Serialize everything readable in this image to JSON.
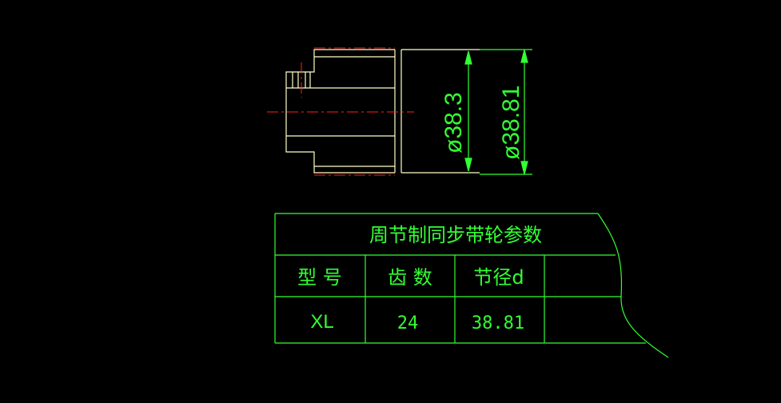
{
  "colors": {
    "background": "#000000",
    "outline": "#ffffc8",
    "green": "#33ff33",
    "centerline": "#ff2020"
  },
  "drawing": {
    "dimensions": {
      "inner_diameter": "ø38.3",
      "outer_diameter": "ø38.81"
    }
  },
  "table": {
    "title": "周节制同步带轮参数",
    "headers": [
      "型 号",
      "齿 数",
      "节径d"
    ],
    "values": [
      "XL",
      "24",
      "38.81"
    ]
  }
}
